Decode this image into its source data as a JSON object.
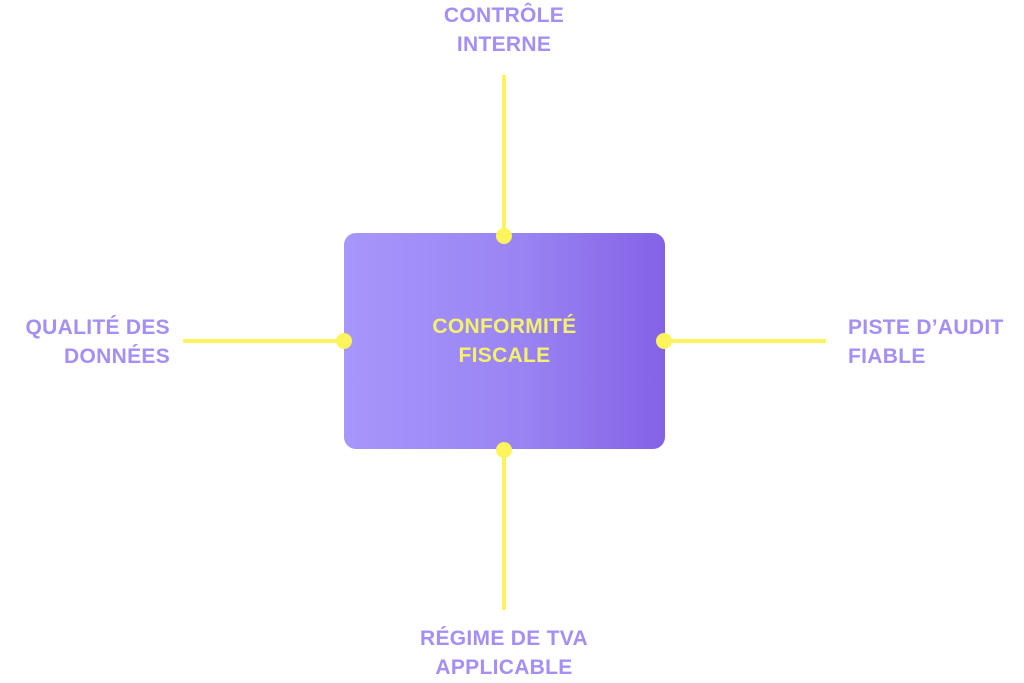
{
  "colors": {
    "label": "#a58ff5",
    "center_text": "#f4f26a",
    "connector": "#fbf45c",
    "box_gradient_start": "#a796fb",
    "box_gradient_end": "#8462e6"
  },
  "center": {
    "label": "CONFORMITÉ\nFISCALE"
  },
  "nodes": {
    "top": {
      "label": "CONTRÔLE\nINTERNE"
    },
    "left": {
      "label": "QUALITÉ DES\nDONNÉES"
    },
    "right": {
      "label": "PISTE D’AUDIT\nFIABLE"
    },
    "bottom": {
      "label": "RÉGIME DE TVA\nAPPLICABLE"
    }
  }
}
